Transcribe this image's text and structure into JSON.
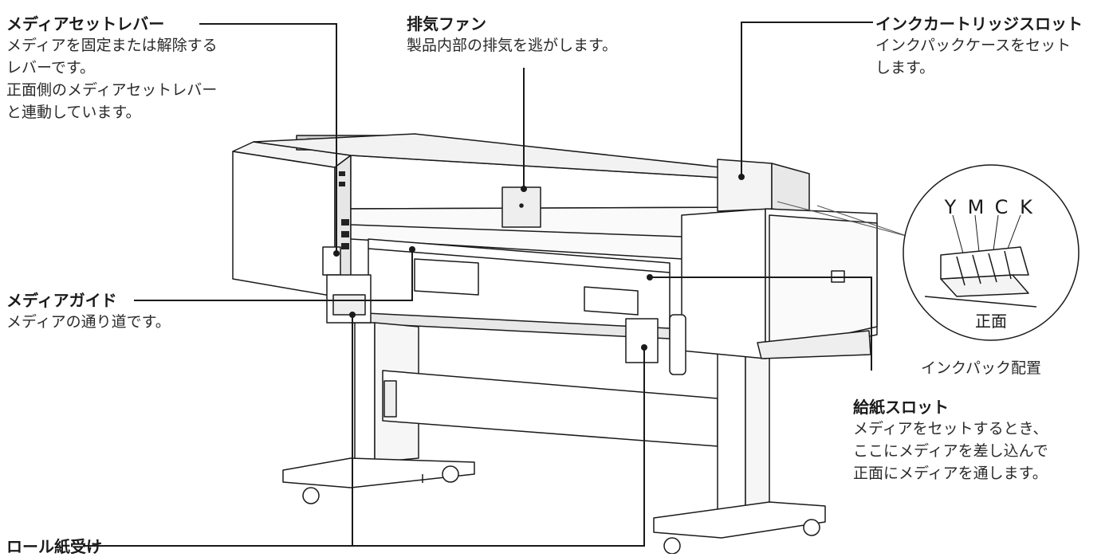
{
  "callouts": {
    "media_set_lever": {
      "title": "メディアセットレバー",
      "desc": [
        "メディアを固定または解除する",
        "レバーです。",
        "正面側のメディアセットレバー",
        "と連動しています。"
      ]
    },
    "exhaust_fan": {
      "title": "排気ファン",
      "desc": [
        "製品内部の排気を逃がします。"
      ]
    },
    "ink_cartridge_slot": {
      "title": "インクカートリッジスロット",
      "desc": [
        "インクパックケースをセット",
        "します。"
      ]
    },
    "media_guide": {
      "title": "メディアガイド",
      "desc": [
        "メディアの通り道です。"
      ]
    },
    "paper_feed_slot": {
      "title": "給紙スロット",
      "desc": [
        "メディアをセットするとき、",
        "ここにメディアを差し込んで",
        "正面にメディアを通します。"
      ]
    },
    "roll_holder": {
      "title": "ロール紙受け"
    }
  },
  "ink_inset": {
    "colors": [
      "Y",
      "M",
      "C",
      "K"
    ],
    "front_label": "正面",
    "caption": "インクパック配置"
  }
}
